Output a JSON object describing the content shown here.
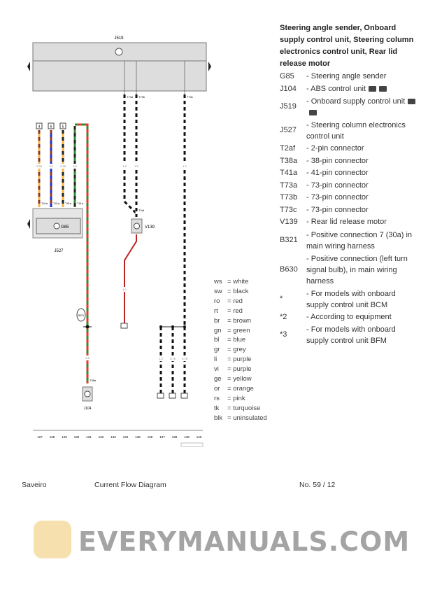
{
  "diagram": {
    "j519_label": "J519",
    "j527_label": "J527",
    "g85_label": "G85",
    "v139_label": "V139",
    "j104_label": "J104",
    "b321_label": "B321",
    "t2af_label": "T2af",
    "t41a_label": "T41a",
    "t73a_label": "T73a",
    "t73b_label": "T73b",
    "t73c_label": "T73c",
    "t38a_label": "T38a",
    "top_boxes": [
      "4",
      "6",
      "5"
    ],
    "left_wire_sizes": [
      "0.35",
      "0.5",
      "0.35",
      "0.5"
    ],
    "mid_wire_sizes": [
      "1.5",
      "1.5",
      "1.0"
    ],
    "bottom_wire_sizes": [
      "1.0",
      "0.75",
      "0.75"
    ],
    "red_wire_size": "1.0",
    "main_wire_size": "2.5",
    "column_numbers": [
      "127",
      "128",
      "129",
      "130",
      "131",
      "132",
      "133",
      "134",
      "135",
      "136",
      "137",
      "138",
      "139",
      "140"
    ]
  },
  "legend": {
    "title": "Steering angle sender, Onboard supply control unit, Steering column electronics control unit, Rear lid release motor",
    "items": [
      {
        "code": "G85",
        "desc": "Steering angle sender"
      },
      {
        "code": "J104",
        "desc": "ABS control unit"
      },
      {
        "code": "J519",
        "desc": "Onboard supply control unit"
      },
      {
        "code": "J527",
        "desc": "Steering column electronics control unit"
      },
      {
        "code": "T2af",
        "desc": "2-pin connector"
      },
      {
        "code": "T38a",
        "desc": "38-pin connector"
      },
      {
        "code": "T41a",
        "desc": "41-pin connector"
      },
      {
        "code": "T73a",
        "desc": "73-pin connector"
      },
      {
        "code": "T73b",
        "desc": "73-pin connector"
      },
      {
        "code": "T73c",
        "desc": "73-pin connector"
      },
      {
        "code": "V139",
        "desc": "Rear lid release motor"
      },
      {
        "code": "B321",
        "desc": "Positive connection 7 (30a) in main wiring harness"
      },
      {
        "code": "B630",
        "desc": "Positive connection (left turn signal bulb), in main wiring harness"
      },
      {
        "code": "*",
        "desc": "For models with onboard supply control unit BCM"
      },
      {
        "code": "*2",
        "desc": "According to equipment"
      },
      {
        "code": "*3",
        "desc": "For models with onboard supply control unit BFM"
      }
    ]
  },
  "wire_colors": [
    {
      "code": "ws",
      "name": "white"
    },
    {
      "code": "sw",
      "name": "black"
    },
    {
      "code": "ro",
      "name": "red"
    },
    {
      "code": "rt",
      "name": "red"
    },
    {
      "code": "br",
      "name": "brown"
    },
    {
      "code": "gn",
      "name": "green"
    },
    {
      "code": "bl",
      "name": "blue"
    },
    {
      "code": "gr",
      "name": "grey"
    },
    {
      "code": "li",
      "name": "purple"
    },
    {
      "code": "vi",
      "name": "purple"
    },
    {
      "code": "ge",
      "name": "yellow"
    },
    {
      "code": "or",
      "name": "orange"
    },
    {
      "code": "rs",
      "name": "pink"
    },
    {
      "code": "tk",
      "name": "turquoise"
    },
    {
      "code": "blk",
      "name": "uninsulated"
    }
  ],
  "footer": {
    "model": "Saveiro",
    "doc_type": "Current Flow Diagram",
    "page": "No.  59 / 12"
  },
  "watermark": "EVERYMANUALS.COM"
}
